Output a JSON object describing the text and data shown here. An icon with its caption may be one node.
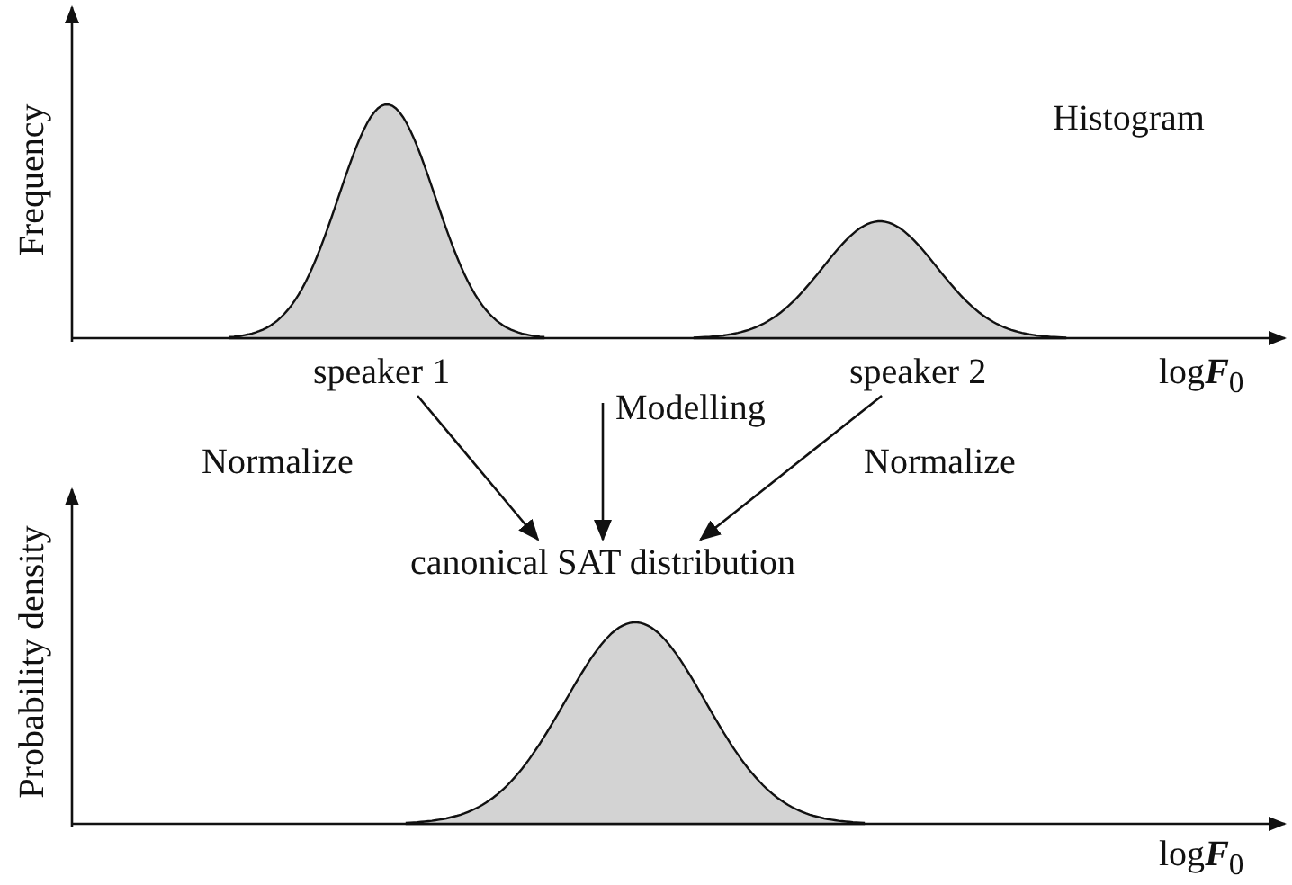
{
  "diagram": {
    "nodes": [
      {
        "text": [
          "speaker 1"
        ]
      },
      {
        "text": [
          "speaker 2"
        ]
      },
      {
        "text": [
          "canonical SAT distribution"
        ]
      }
    ],
    "edges": [
      {
        "from": 0,
        "to": 2,
        "arrow": "to",
        "label": "Normalize"
      },
      {
        "from": null,
        "to": 2,
        "arrow": "to",
        "label": "Modelling"
      },
      {
        "from": 1,
        "to": 2,
        "arrow": "to",
        "label": "Normalize"
      }
    ],
    "labels": [
      "Frequency",
      "Histogram",
      "log**F**$_{0}$",
      "Probability density",
      "log**F**$_{0}$"
    ]
  }
}
